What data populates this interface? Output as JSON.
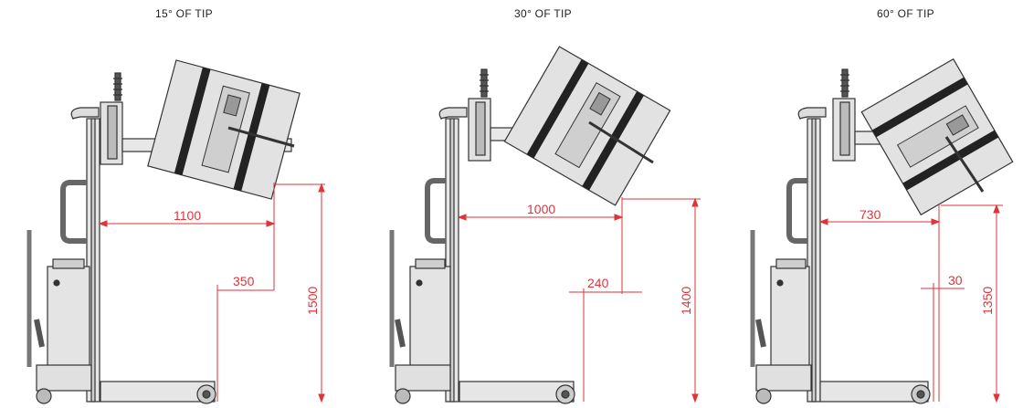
{
  "panels": [
    {
      "title": "15° OF TIP",
      "tilt": 15,
      "reach": "1100",
      "offset": "350",
      "height": "1500"
    },
    {
      "title": "30° OF TIP",
      "tilt": 30,
      "reach": "1000",
      "offset": "240",
      "height": "1400"
    },
    {
      "title": "60° OF TIP",
      "tilt": 60,
      "reach": "730",
      "offset": "30",
      "height": "1350"
    }
  ],
  "colors": {
    "dimension": "#e0333a",
    "outline": "#333333",
    "fill": "#dcdcdc",
    "band": "#222222"
  }
}
